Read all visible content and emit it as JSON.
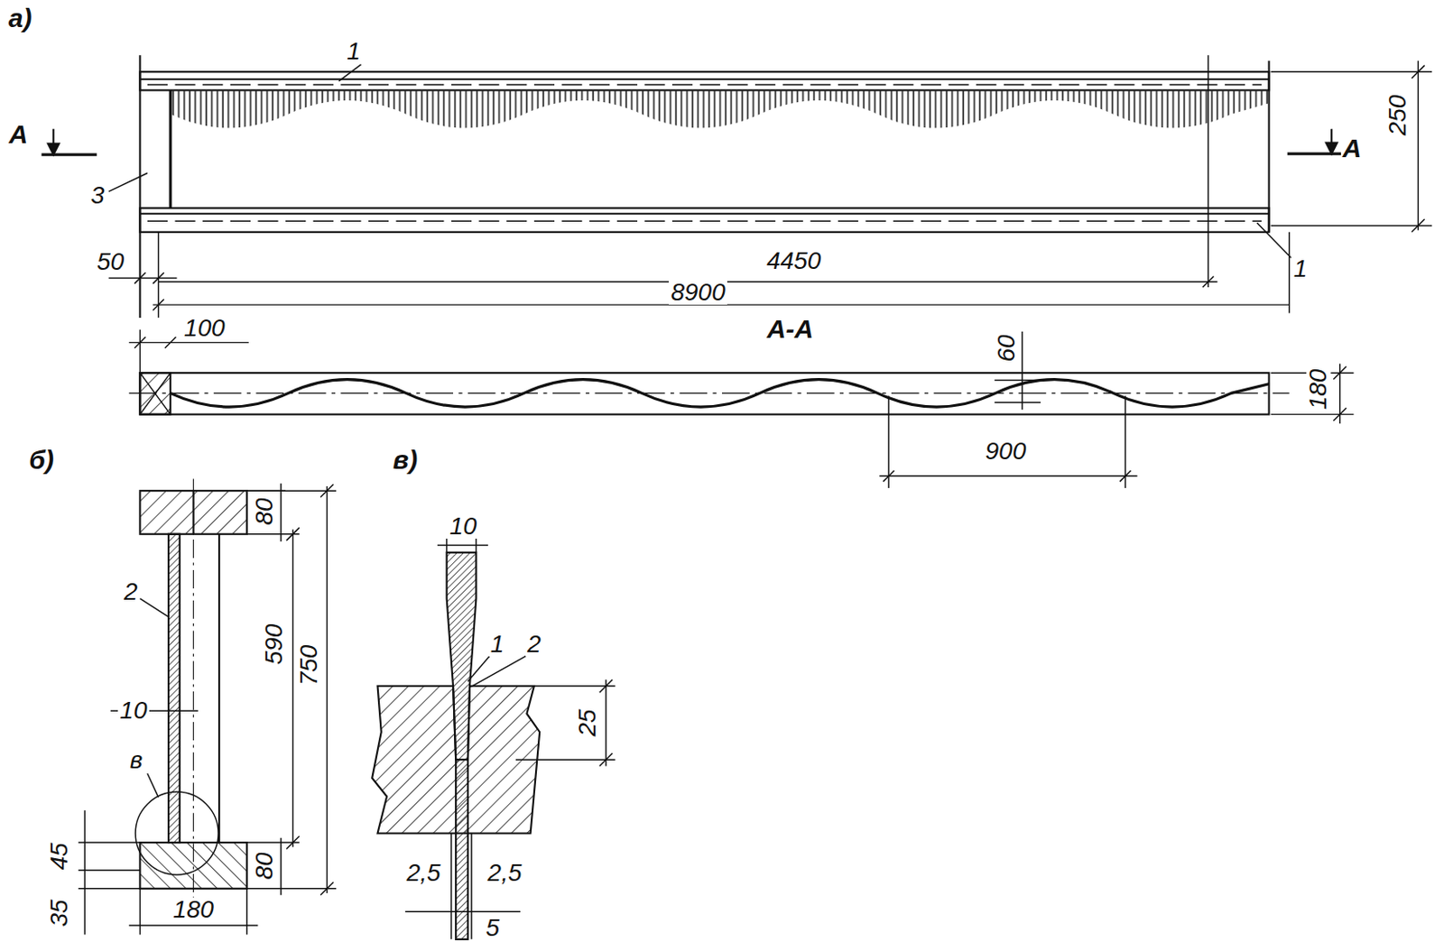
{
  "diagram": {
    "labels": [
      "а)",
      "1",
      "А",
      "А",
      "250",
      "3",
      "50",
      "4450",
      "1",
      "8900",
      "100",
      "А-А",
      "60",
      "180",
      "900",
      "б)",
      "в)",
      "80",
      "2",
      "590",
      "750",
      "10",
      "в",
      "45",
      "80",
      "35",
      "180",
      "10",
      "1",
      "2",
      "25",
      "2,5",
      "2,5",
      "5"
    ]
  }
}
